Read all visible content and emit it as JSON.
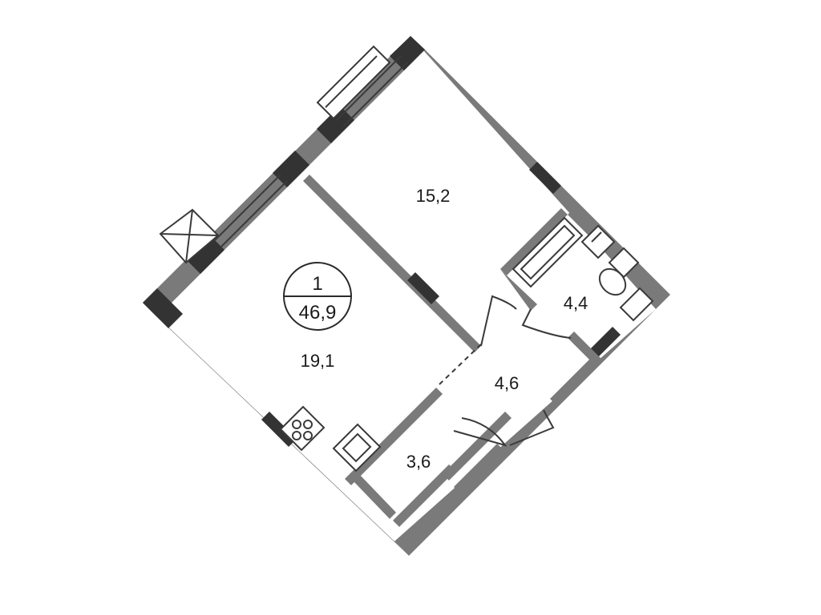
{
  "apartment": {
    "rooms_count": "1",
    "total_area": "46,9"
  },
  "rooms": [
    {
      "key": "living",
      "area": "19,1"
    },
    {
      "key": "bedroom",
      "area": "15,2"
    },
    {
      "key": "bathroom",
      "area": "4,4"
    },
    {
      "key": "hallway",
      "area": "4,6"
    },
    {
      "key": "storage",
      "area": "3,6"
    }
  ]
}
